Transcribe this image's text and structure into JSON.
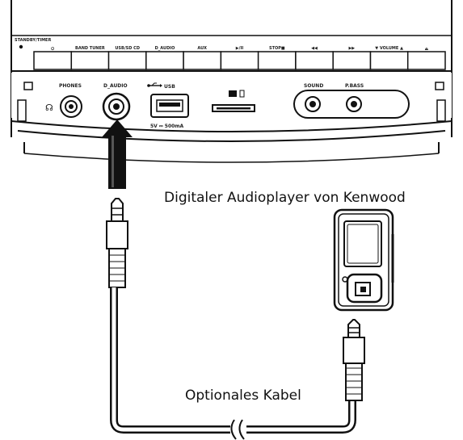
{
  "captions": {
    "player": "Digitaler Audioplayer von Kenwood",
    "cable": "Optionales Kabel"
  },
  "device": {
    "standby_label": "STANDBY/TIMER",
    "buttons": [
      {
        "label": "⏻",
        "icon": "power-icon"
      },
      {
        "label": "BAND TUNER"
      },
      {
        "label": "USB/SD CD"
      },
      {
        "label": "D_AUDIO"
      },
      {
        "label": "AUX"
      },
      {
        "label": "▶/II"
      },
      {
        "label": "STOP■"
      },
      {
        "label": "◀◀"
      },
      {
        "label": "▶▶"
      },
      {
        "label": "▼ VOLUME ▲"
      },
      {
        "label": "⏏",
        "icon": "eject-icon"
      }
    ],
    "jacks": {
      "phones": "PHONES",
      "d_audio": "D_AUDIO",
      "usb": "USB",
      "usb_spec": "5V ⎓ 500mA",
      "sd": "SD",
      "sound": "SOUND",
      "p_bass": "P.BASS"
    }
  },
  "colors": {
    "line": "#111111",
    "device_fill": "#ffffff",
    "panel_fill": "#f4f4f4",
    "accent_dark": "#222222"
  }
}
